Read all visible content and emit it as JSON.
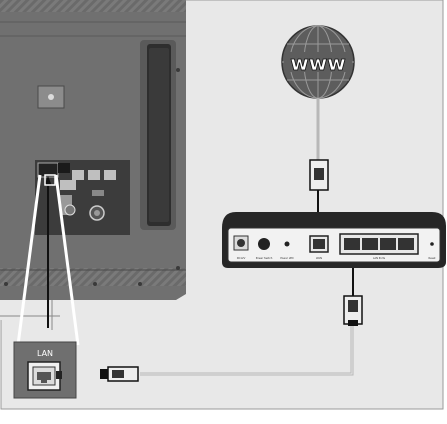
{
  "diagram": {
    "lan_label": "LAN",
    "globe_label": "www",
    "router_labels": [
      "DC12V",
      "Power Switch",
      "Power LED",
      "WAN",
      "LAN Ports",
      "Reset"
    ]
  },
  "colors": {
    "background": "#e8e8e8",
    "tv_body": "#6f6f6f",
    "tv_dark": "#3c3c3c",
    "router_body": "#2a2a2a",
    "router_panel": "#f2f2f2",
    "globe": "#5e5e5e",
    "cable": "#bdbdbd",
    "line": "#222222"
  }
}
